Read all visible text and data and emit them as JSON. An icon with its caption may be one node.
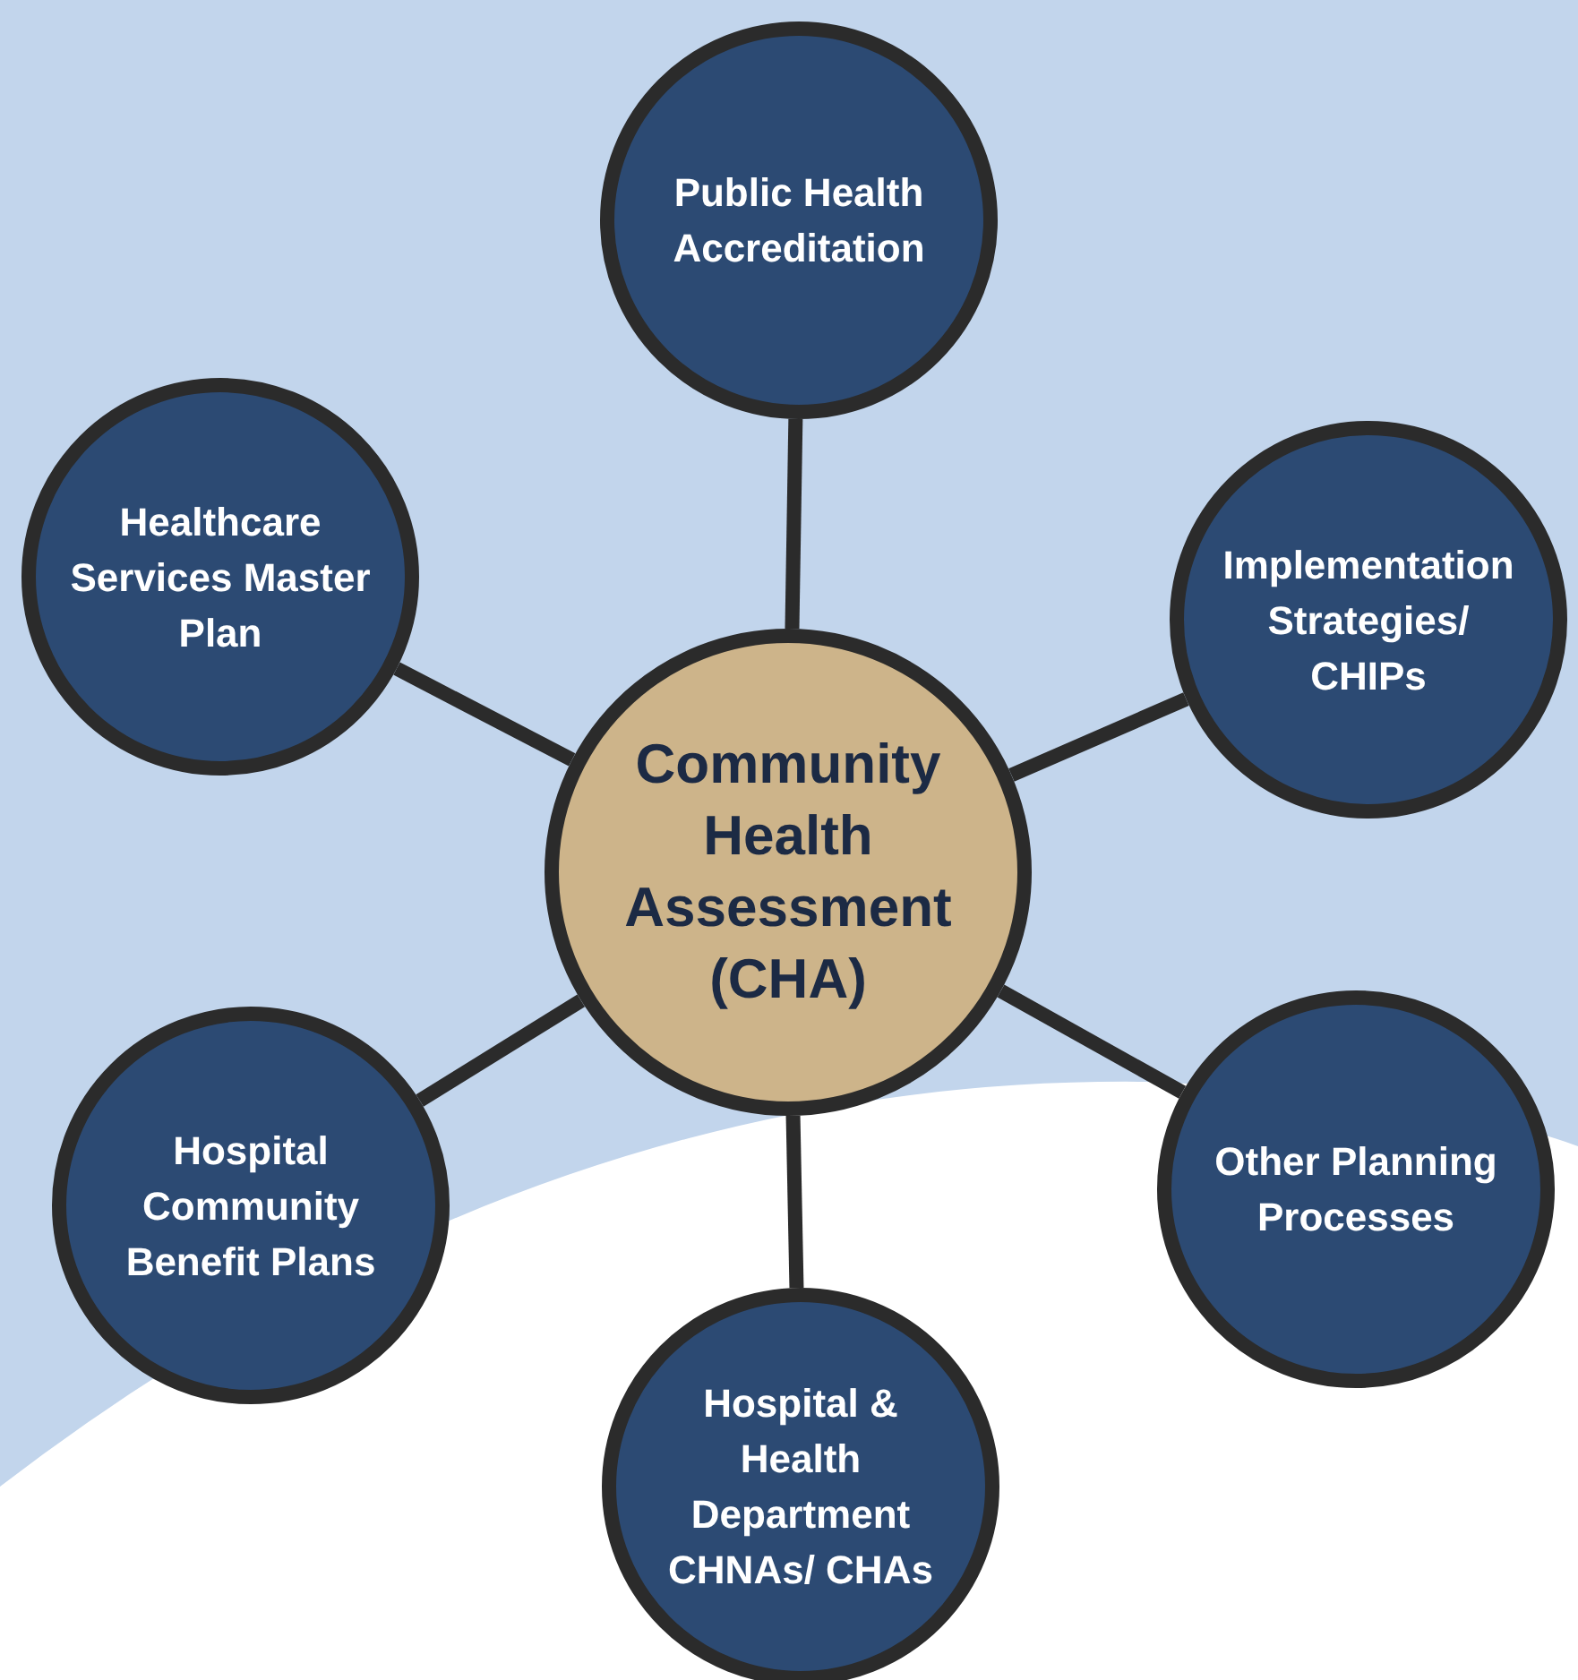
{
  "diagram": {
    "nodes": [
      {
        "text": [
          "Public Health Accreditation"
        ]
      },
      {
        "text": [
          "Healthcare Services Master Plan"
        ]
      },
      {
        "text": [
          "Implementation Strategies/ CHIPs"
        ]
      },
      {
        "text": [
          "Community Health Assessment (CHA)"
        ]
      },
      {
        "text": [
          "Hospital Community Benefit Plans"
        ]
      },
      {
        "text": [
          "Other Planning Processes"
        ]
      },
      {
        "text": [
          "Hospital & Health Department CHNAs/ CHAs"
        ]
      }
    ],
    "edges": [
      {
        "from": 3,
        "to": 0,
        "arrow": "none"
      },
      {
        "from": 3,
        "to": 1,
        "arrow": "none"
      },
      {
        "from": 3,
        "to": 2,
        "arrow": "none"
      },
      {
        "from": 3,
        "to": 4,
        "arrow": "none"
      },
      {
        "from": 3,
        "to": 5,
        "arrow": "none"
      },
      {
        "from": 3,
        "to": 6,
        "arrow": "none"
      }
    ]
  }
}
